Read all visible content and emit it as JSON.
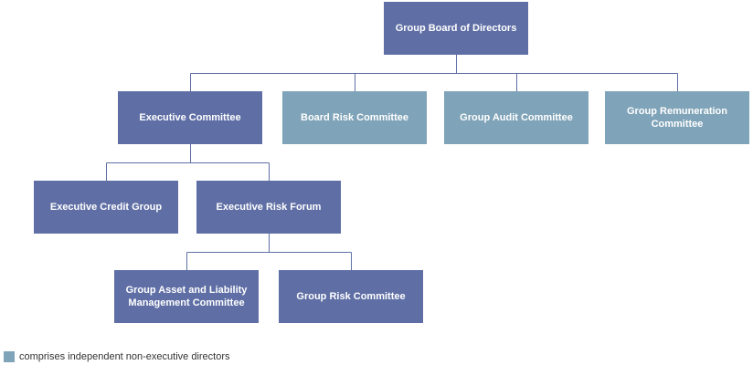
{
  "colors": {
    "executive": "#5f6fa5",
    "non_executive": "#7fa3b8",
    "connector": "#5f6fa5"
  },
  "nodes": {
    "board": "Group Board of Directors",
    "executive_committee": "Executive Committee",
    "board_risk_committee": "Board Risk Committee",
    "group_audit_committee": "Group Audit Committee",
    "group_remuneration_committee": "Group Remuneration\nCommittee",
    "executive_credit_group": "Executive Credit Group",
    "executive_risk_forum": "Executive Risk Forum",
    "group_alco": "Group Asset and Liability\nManagement Committee",
    "group_risk_committee": "Group Risk Committee"
  },
  "hierarchy": {
    "board": [
      "executive_committee",
      "board_risk_committee",
      "group_audit_committee",
      "group_remuneration_committee"
    ],
    "executive_committee": [
      "executive_credit_group",
      "executive_risk_forum"
    ],
    "executive_risk_forum": [
      "group_alco",
      "group_risk_committee"
    ]
  },
  "legend": {
    "text": "comprises independent non-executive directors",
    "swatch_color": "#7fa3b8"
  }
}
